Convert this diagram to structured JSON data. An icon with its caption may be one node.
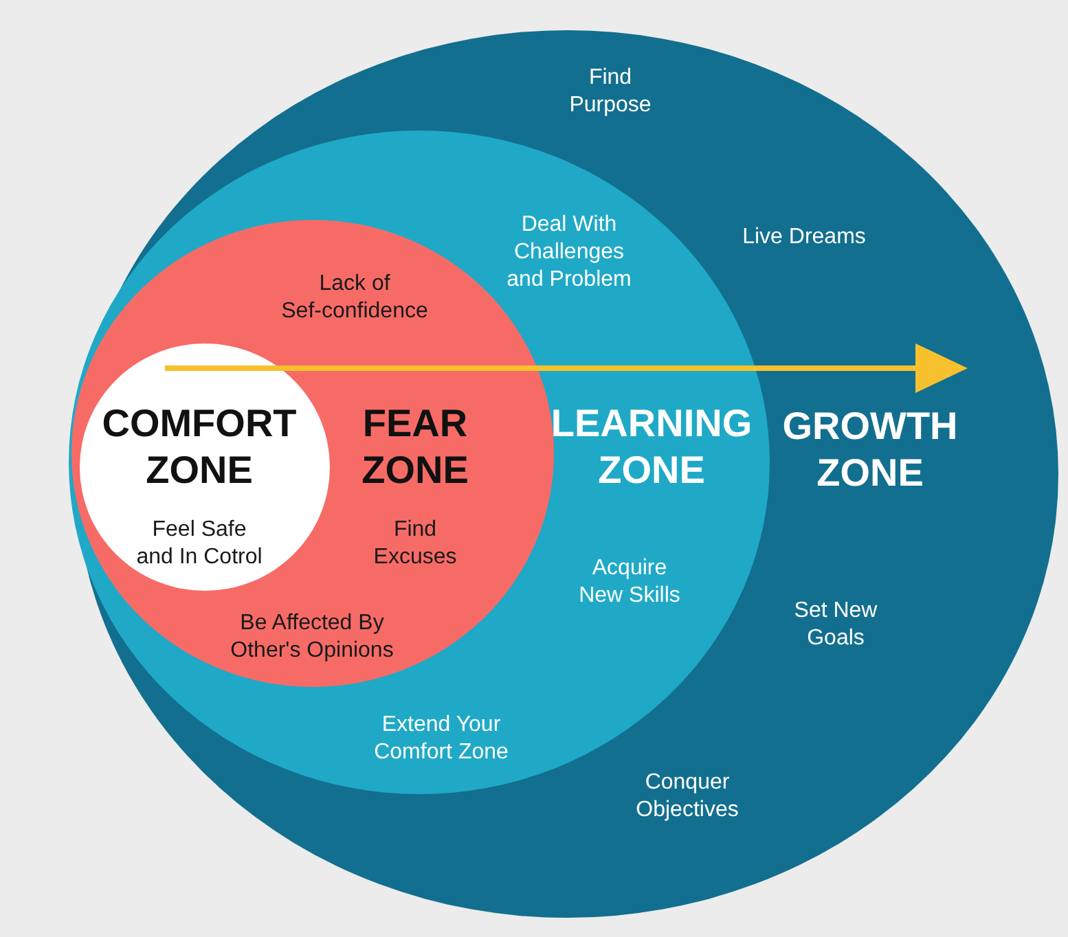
{
  "diagram": {
    "nodes": [
      {
        "text": [
          "Find Purpose",
          "Live Dreams",
          "GROWTH ZONE",
          "Set New Goals",
          "Conquer Objectives"
        ]
      },
      {
        "text": [
          "Deal With Challenges and Problem",
          "LEARNING ZONE",
          "Acquire New Skills",
          "Extend Your Comfort Zone"
        ],
        "in": 0
      },
      {
        "text": [
          "Lack of Sef-confidence",
          "FEAR ZONE",
          "Find Excuses",
          "Be Affected By Other's Opinions"
        ],
        "in": 1
      },
      {
        "text": [
          "COMFORT ZONE",
          "Feel Safe and In Cotrol"
        ],
        "in": 2
      }
    ]
  }
}
